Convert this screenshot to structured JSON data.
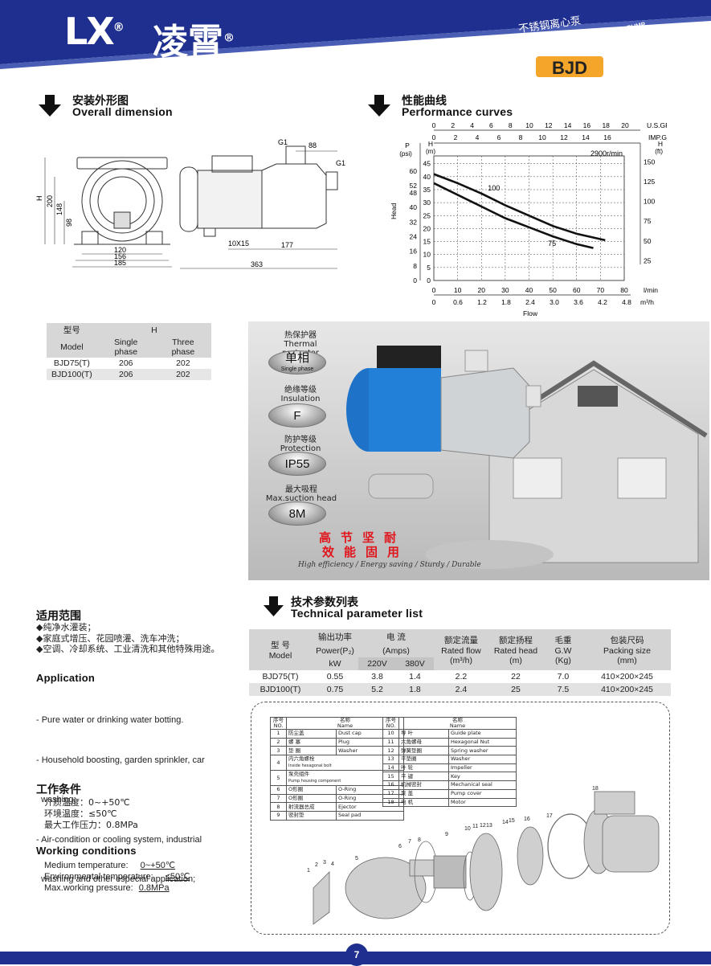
{
  "header": {
    "logo_lx": "LX",
    "logo_cn": "凌霄",
    "reg": "®",
    "stamp_cn": "不锈钢离心泵",
    "stamp_en": "STAINLESS STEEL CENTRIFUGAL PUMP",
    "model": "BJD",
    "bg_color": "#1f2f8f",
    "badge_color": "#f4a62a"
  },
  "overall": {
    "title_cn": "安装外形图",
    "title_en": "Overall dimension",
    "dims": {
      "h": "H",
      "d200": "200",
      "d148": "148",
      "d98": "98",
      "d120": "120",
      "d156": "156",
      "d185": "185",
      "g1a": "G1",
      "g1b": "G1",
      "d88": "88",
      "d10x15": "10X15",
      "d177": "177",
      "d363": "363"
    }
  },
  "performance": {
    "title_cn": "性能曲线",
    "title_en": "Performance curves"
  },
  "chart_data": {
    "type": "line",
    "rpm_label": "2900r/min",
    "x_usgpm_label": "U.S.GPM",
    "x_usgpm_ticks": [
      "0",
      "2",
      "4",
      "6",
      "8",
      "10",
      "12",
      "14",
      "16",
      "18",
      "20"
    ],
    "x_impgpm_label": "IMP.GPM",
    "x_impgpm_ticks": [
      "0",
      "2",
      "4",
      "6",
      "8",
      "10",
      "12",
      "14",
      "16"
    ],
    "x_lmin_label": "l/min",
    "x_lmin_ticks": [
      "0",
      "10",
      "20",
      "30",
      "40",
      "50",
      "60",
      "70",
      "80"
    ],
    "x_m3h_label": "m³/h",
    "x_m3h_ticks": [
      "0",
      "0.6",
      "1.2",
      "1.8",
      "2.4",
      "3.0",
      "3.6",
      "4.2",
      "4.8"
    ],
    "flow_label": "Flow",
    "y_p_label": "P",
    "y_p_unit": "(psi)",
    "y_p_ticks": [
      "0",
      "8",
      "16",
      "24",
      "32",
      "40",
      "48",
      "52",
      "60"
    ],
    "y_hm_label": "H",
    "y_hm_unit": "(m)",
    "y_hm_ticks": [
      "0",
      "5",
      "10",
      "15",
      "20",
      "25",
      "30",
      "35",
      "40",
      "45"
    ],
    "y_hft_label": "H",
    "y_hft_unit": "(ft)",
    "y_hft_ticks": [
      "25",
      "50",
      "75",
      "100",
      "125",
      "150"
    ],
    "head_label": "Head",
    "xlim": [
      0,
      80
    ],
    "ylim_m": [
      0,
      48
    ],
    "series": [
      {
        "name": "100",
        "x": [
          0,
          10,
          20,
          30,
          40,
          50,
          60,
          72
        ],
        "y": [
          41,
          37.5,
          33.5,
          29,
          25,
          21,
          18,
          15.5
        ]
      },
      {
        "name": "75",
        "x": [
          0,
          10,
          20,
          30,
          40,
          50,
          60,
          67
        ],
        "y": [
          37.5,
          33,
          28.5,
          24,
          20.5,
          17,
          14,
          12.5
        ]
      }
    ]
  },
  "h_table": {
    "head_model_cn": "型号",
    "head_model_en": "Model",
    "head_h": "H",
    "head_single": "Single phase",
    "head_three": "Three phase",
    "rows": [
      {
        "model": "BJD75(T)",
        "single": "206",
        "three": "202"
      },
      {
        "model": "BJD100(T)",
        "single": "206",
        "three": "202"
      }
    ]
  },
  "badges": {
    "thermal_cn": "热保护器",
    "thermal_en": "Thermal protector",
    "thermal_val_cn": "单相",
    "thermal_val_en": "Single phase",
    "insulation_cn": "绝缘等级",
    "insulation_en": "Insulation",
    "insulation_val": "F",
    "protection_cn": "防护等级",
    "protection_en": "Protection",
    "protection_val": "IP55",
    "suction_cn": "最大吸程",
    "suction_en": "Max.suction head",
    "suction_val": "8M",
    "slogan_1": "高节坚耐",
    "slogan_2": "效能固用",
    "slogan_en": "High efficiency / Energy saving / Sturdy / Durable"
  },
  "scope": {
    "title_cn": "适用范围",
    "items_cn": [
      "◆纯净水灌装；",
      "◆家庭式增压、花园喷灌、洗车冲洗；",
      "◆空调、冷却系统、工业清洗和其他特殊用途。"
    ],
    "title_en": "Application",
    "items_en": [
      "- Pure water or drinking water botting.",
      "- Household boosting, garden sprinkler, car",
      "  washing;",
      "- Air-condition or cooling system, industrial",
      "  washing and other especial application;"
    ]
  },
  "tech": {
    "title_cn": "技术参数列表",
    "title_en": "Technical parameter list",
    "h_model_cn": "型  号",
    "h_model_en": "Model",
    "h_power_cn": "输出功率",
    "h_power_en": "Power(P₂)",
    "h_power_unit": "kW",
    "h_amps_cn": "电  流",
    "h_amps_en": "(Amps)",
    "h_220": "220V",
    "h_380": "380V",
    "h_flow_cn": "额定流量",
    "h_flow_en": "Rated flow",
    "h_flow_unit": "(m³/h)",
    "h_head_cn": "额定扬程",
    "h_head_en": "Rated head",
    "h_head_unit": "(m)",
    "h_gw_cn": "毛重",
    "h_gw_en": "G.W",
    "h_gw_unit": "(Kg)",
    "h_pack_cn": "包装尺码",
    "h_pack_en": "Packing size",
    "h_pack_unit": "(mm)",
    "rows": [
      {
        "model": "BJD75(T)",
        "power": "0.55",
        "a220": "3.8",
        "a380": "1.4",
        "flow": "2.2",
        "head": "22",
        "gw": "7.0",
        "pack": "410×200×245"
      },
      {
        "model": "BJD100(T)",
        "power": "0.75",
        "a220": "5.2",
        "a380": "1.8",
        "flow": "2.4",
        "head": "25",
        "gw": "7.5",
        "pack": "410×200×245"
      }
    ]
  },
  "parts": {
    "h_no_cn": "序号",
    "h_no_en": "NO.",
    "h_name_cn": "名称",
    "h_name_en": "Name",
    "left": [
      {
        "no": "1",
        "cn": "防尘盖",
        "en": "Dust cap"
      },
      {
        "no": "2",
        "cn": "螺  塞",
        "en": "Plug"
      },
      {
        "no": "3",
        "cn": "垫  圈",
        "en": "Washer"
      },
      {
        "no": "4",
        "cn": "内六角螺栓",
        "en": "",
        "sub": "Inside hexagonal bolt"
      },
      {
        "no": "5",
        "cn": "泵壳组件",
        "en": "",
        "sub": "Pump housing component"
      },
      {
        "no": "6",
        "cn": "O形圈",
        "en": "O-Ring"
      },
      {
        "no": "7",
        "cn": "O形圈",
        "en": "O-Ring"
      },
      {
        "no": "8",
        "cn": "射流器总成",
        "en": "Ejector"
      },
      {
        "no": "9",
        "cn": "密封垫",
        "en": "Seal pad"
      }
    ],
    "right": [
      {
        "no": "10",
        "cn": "导  叶",
        "en": "Guide plate"
      },
      {
        "no": "11",
        "cn": "六角螺母",
        "en": "Hexagonal Nut"
      },
      {
        "no": "12",
        "cn": "弹簧垫圈",
        "en": "Spring washer"
      },
      {
        "no": "13",
        "cn": "平垫圈",
        "en": "Washer"
      },
      {
        "no": "14",
        "cn": "叶  轮",
        "en": "Impeller"
      },
      {
        "no": "15",
        "cn": "平  键",
        "en": "Key"
      },
      {
        "no": "16",
        "cn": "机械密封",
        "en": "Mechanical seal"
      },
      {
        "no": "17",
        "cn": "泵  盖",
        "en": "Pump cover"
      },
      {
        "no": "18",
        "cn": "电  机",
        "en": "Motor"
      }
    ],
    "callouts": [
      "1",
      "2",
      "3",
      "4",
      "5",
      "6",
      "7",
      "8",
      "9",
      "10",
      "11",
      "12",
      "13",
      "14",
      "15",
      "16",
      "17",
      "18"
    ]
  },
  "conditions": {
    "title_cn": "工作条件",
    "lines_cn": [
      "介质温度：0~+50℃",
      "环境温度：≤50℃",
      "最大工作压力：0.8MPa"
    ],
    "title_en": "Working conditions",
    "lbl_medium": "Medium temperature:",
    "val_medium": "0~+50℃",
    "lbl_env": "Environmental temperature:",
    "val_env": "≤50℃",
    "lbl_press": "Max.working pressure:",
    "val_press": "0.8MPa"
  },
  "footer": {
    "page": "7"
  }
}
